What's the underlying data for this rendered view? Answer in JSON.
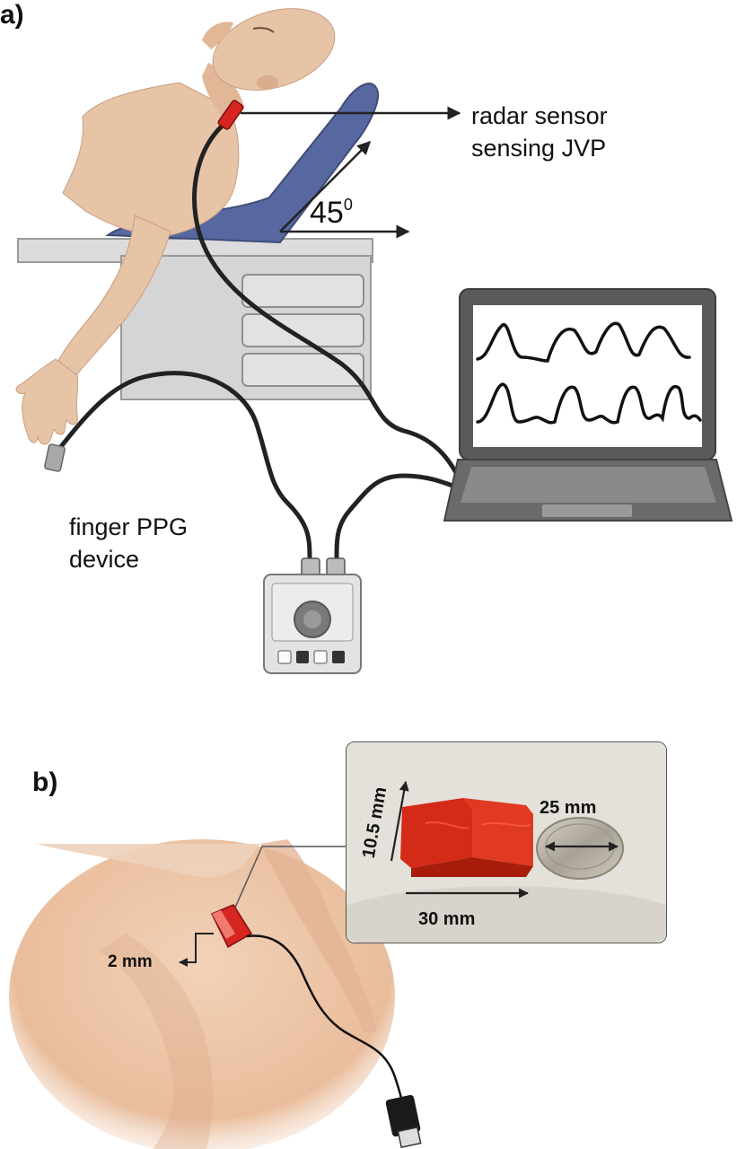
{
  "panel_a": {
    "letter": "a)",
    "radar_label_line1": "radar sensor",
    "radar_label_line2": "sensing JVP",
    "angle_value": "45",
    "angle_unit": "0",
    "ppg_label_line1": "finger PPG",
    "ppg_label_line2": "device"
  },
  "panel_b": {
    "letter": "b)",
    "dim_height": "10.5 mm",
    "dim_coin": "25 mm",
    "dim_length": "30 mm",
    "dim_thickness": "2 mm"
  },
  "colors": {
    "skin": "#e8c4a6",
    "skin_shadow": "#d7a98b",
    "chair": "#56689f",
    "table": "#d7d7d7",
    "sensor_red": "#d7261f",
    "cable": "#222222",
    "laptop_frame": "#555555"
  }
}
